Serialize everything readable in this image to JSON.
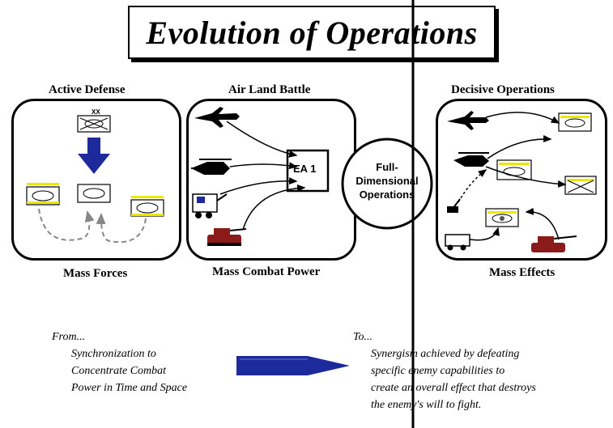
{
  "title": "Evolution of Operations",
  "sections": {
    "active_defense": {
      "label": "Active Defense",
      "footer": "Mass Forces"
    },
    "air_land_battle": {
      "label": "Air Land Battle",
      "footer": "Mass Combat Power",
      "engagement_area": "EA 1"
    },
    "decisive_operations": {
      "label": "Decisive Operations",
      "footer": "Mass Effects"
    }
  },
  "center_circle": {
    "line1": "Full-",
    "line2": "Dimensional",
    "line3": "Operations"
  },
  "bottom": {
    "from": {
      "heading": "From...",
      "lines": [
        "Synchronization to",
        "Concentrate Combat",
        "Power in Time and Space"
      ]
    },
    "to": {
      "heading": "To...",
      "lines": [
        "Synergism achieved by defeating",
        "specific enemy capabilities to",
        "create an overall effect that destroys",
        "the enemy's will to fight."
      ]
    }
  },
  "colors": {
    "blue_arrow": "#1c2a9c",
    "yellow_accent": "#e8e800",
    "black": "#000000"
  }
}
